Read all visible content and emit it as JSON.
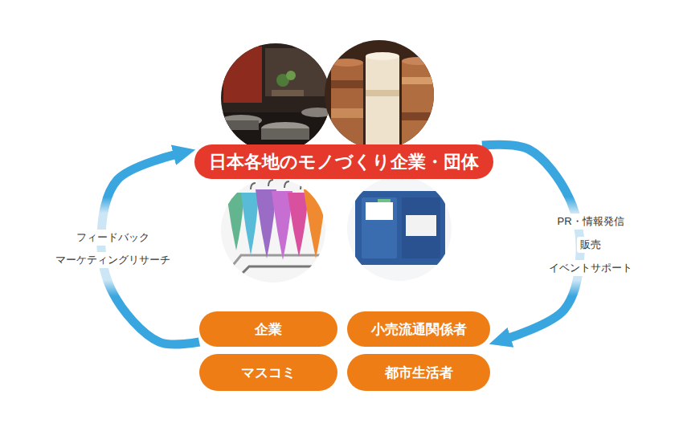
{
  "diagram": {
    "nodes": [
      {
        "text": [
          "日本各地のモノづくり企業・団体"
        ]
      },
      {
        "text": [
          "企業"
        ]
      },
      {
        "text": [
          "小売流通関係者"
        ]
      },
      {
        "text": [
          "マスコミ"
        ]
      },
      {
        "text": [
          "都市生活者"
        ]
      }
    ],
    "edges": [
      {
        "from": 0,
        "to": 2,
        "arrow": "to"
      },
      {
        "from": 1,
        "to": 0,
        "arrow": "to"
      }
    ],
    "labels": [
      "PR・情報発信",
      "販売",
      "イベントサポート",
      "フィードバック",
      "マーケティングリサーチ"
    ]
  }
}
